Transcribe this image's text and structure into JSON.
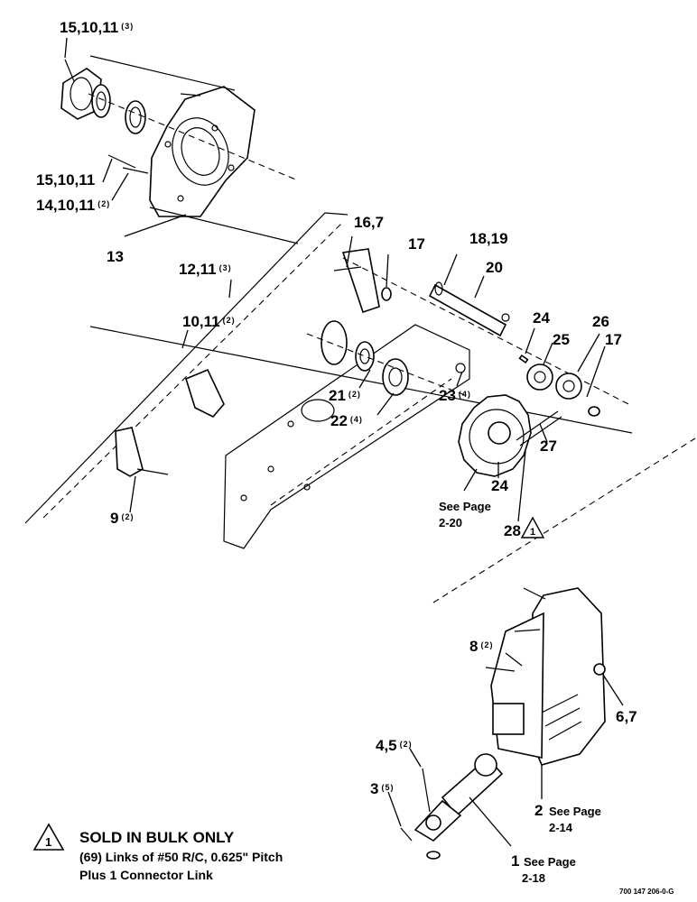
{
  "callouts": {
    "c15_10_11_top": {
      "label": "15,10,11",
      "qty": "(3)"
    },
    "c15_10_11": {
      "label": "15,10,11",
      "qty": ""
    },
    "c14_10_11": {
      "label": "14,10,11",
      "qty": "(2)"
    },
    "c13": {
      "label": "13",
      "qty": ""
    },
    "c16_7": {
      "label": "16,7",
      "qty": ""
    },
    "c17_upper": {
      "label": "17",
      "qty": ""
    },
    "c18_19": {
      "label": "18,19",
      "qty": ""
    },
    "c20": {
      "label": "20",
      "qty": ""
    },
    "c12_11": {
      "label": "12,11",
      "qty": "(3)"
    },
    "c10_11": {
      "label": "10,11",
      "qty": "(2)"
    },
    "c24_upper": {
      "label": "24",
      "qty": ""
    },
    "c25": {
      "label": "25",
      "qty": ""
    },
    "c26": {
      "label": "26",
      "qty": ""
    },
    "c17_right": {
      "label": "17",
      "qty": ""
    },
    "c21": {
      "label": "21",
      "qty": "(2)"
    },
    "c23": {
      "label": "23",
      "qty": "(4)"
    },
    "c22": {
      "label": "22",
      "qty": "(4)"
    },
    "c27": {
      "label": "27",
      "qty": ""
    },
    "c24_lower": {
      "label": "24",
      "qty": ""
    },
    "c9": {
      "label": "9",
      "qty": "(2)"
    },
    "c28": {
      "label": "28",
      "qty": ""
    },
    "c8": {
      "label": "8",
      "qty": "(2)"
    },
    "c6_7": {
      "label": "6,7",
      "qty": ""
    },
    "c4_5": {
      "label": "4,5",
      "qty": "(2)"
    },
    "c3": {
      "label": "3",
      "qty": "(5)"
    },
    "c2": {
      "label": "2",
      "qty": ""
    },
    "c1": {
      "label": "1",
      "qty": ""
    }
  },
  "see_page": {
    "sprocket": {
      "line1": "See Page",
      "line2": "2-20"
    },
    "gearbox": {
      "line1": "See Page",
      "line2": "2-14"
    },
    "driveline": {
      "line1": "See Page",
      "line2": "2-18"
    }
  },
  "note_marker": "1",
  "note": {
    "marker": "1",
    "title": "SOLD IN BULK ONLY",
    "line1": "(69) Links of #50 R/C, 0.625\" Pitch",
    "line2": "Plus 1 Connector Link"
  },
  "drawing_number": "700 147 206-0-G"
}
